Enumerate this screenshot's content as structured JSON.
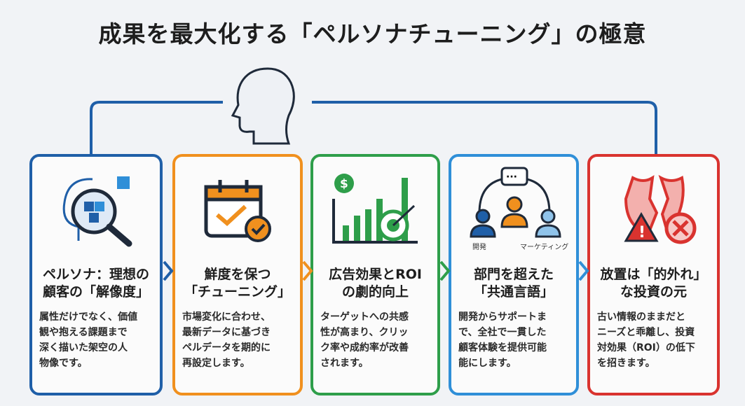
{
  "title": "成果を最大化する「ペルソナチューニング」の極意",
  "colors": {
    "card1": "#1f5fa8",
    "card2": "#f0901e",
    "card3": "#2e9e4a",
    "card4": "#2f8fd8",
    "card5": "#d9332f"
  },
  "cards": [
    {
      "icon": "head-puzzle-magnifier-icon",
      "heading": "ペルソナ：理想の\n顧客の「解像度」",
      "body": "属性だけでなく、価値\n観や抱える課題まで\n深く描いた架空の人\n物像です。"
    },
    {
      "icon": "calendar-check-icon",
      "heading": "鮮度を保つ\n「チューニング」",
      "body": "市場変化に合わせ、\n最新データに基づき\nペルデータを期的に\n再設定します。"
    },
    {
      "icon": "growth-chart-target-icon",
      "heading": "広告効果とROI\nの劇的向上",
      "body": "ターゲットへの共感\n性が高まり、クリッ\nク率や成約率が改善\nされます。"
    },
    {
      "icon": "team-communication-icon",
      "heading": "部門を超えた\n「共通言語」",
      "body": "開発からサポートま\nで、全社で一貫した\n顧客体験を提供可能\n能にします。",
      "labels": [
        "開発",
        "マーケティング"
      ]
    },
    {
      "icon": "broken-shield-warning-icon",
      "heading": "放置は「的外れ」\nな投資の元",
      "body": "古い情報のままだと\nニーズと乖離し、投資\n対効果（ROI）の低下\nを招きます。"
    }
  ]
}
